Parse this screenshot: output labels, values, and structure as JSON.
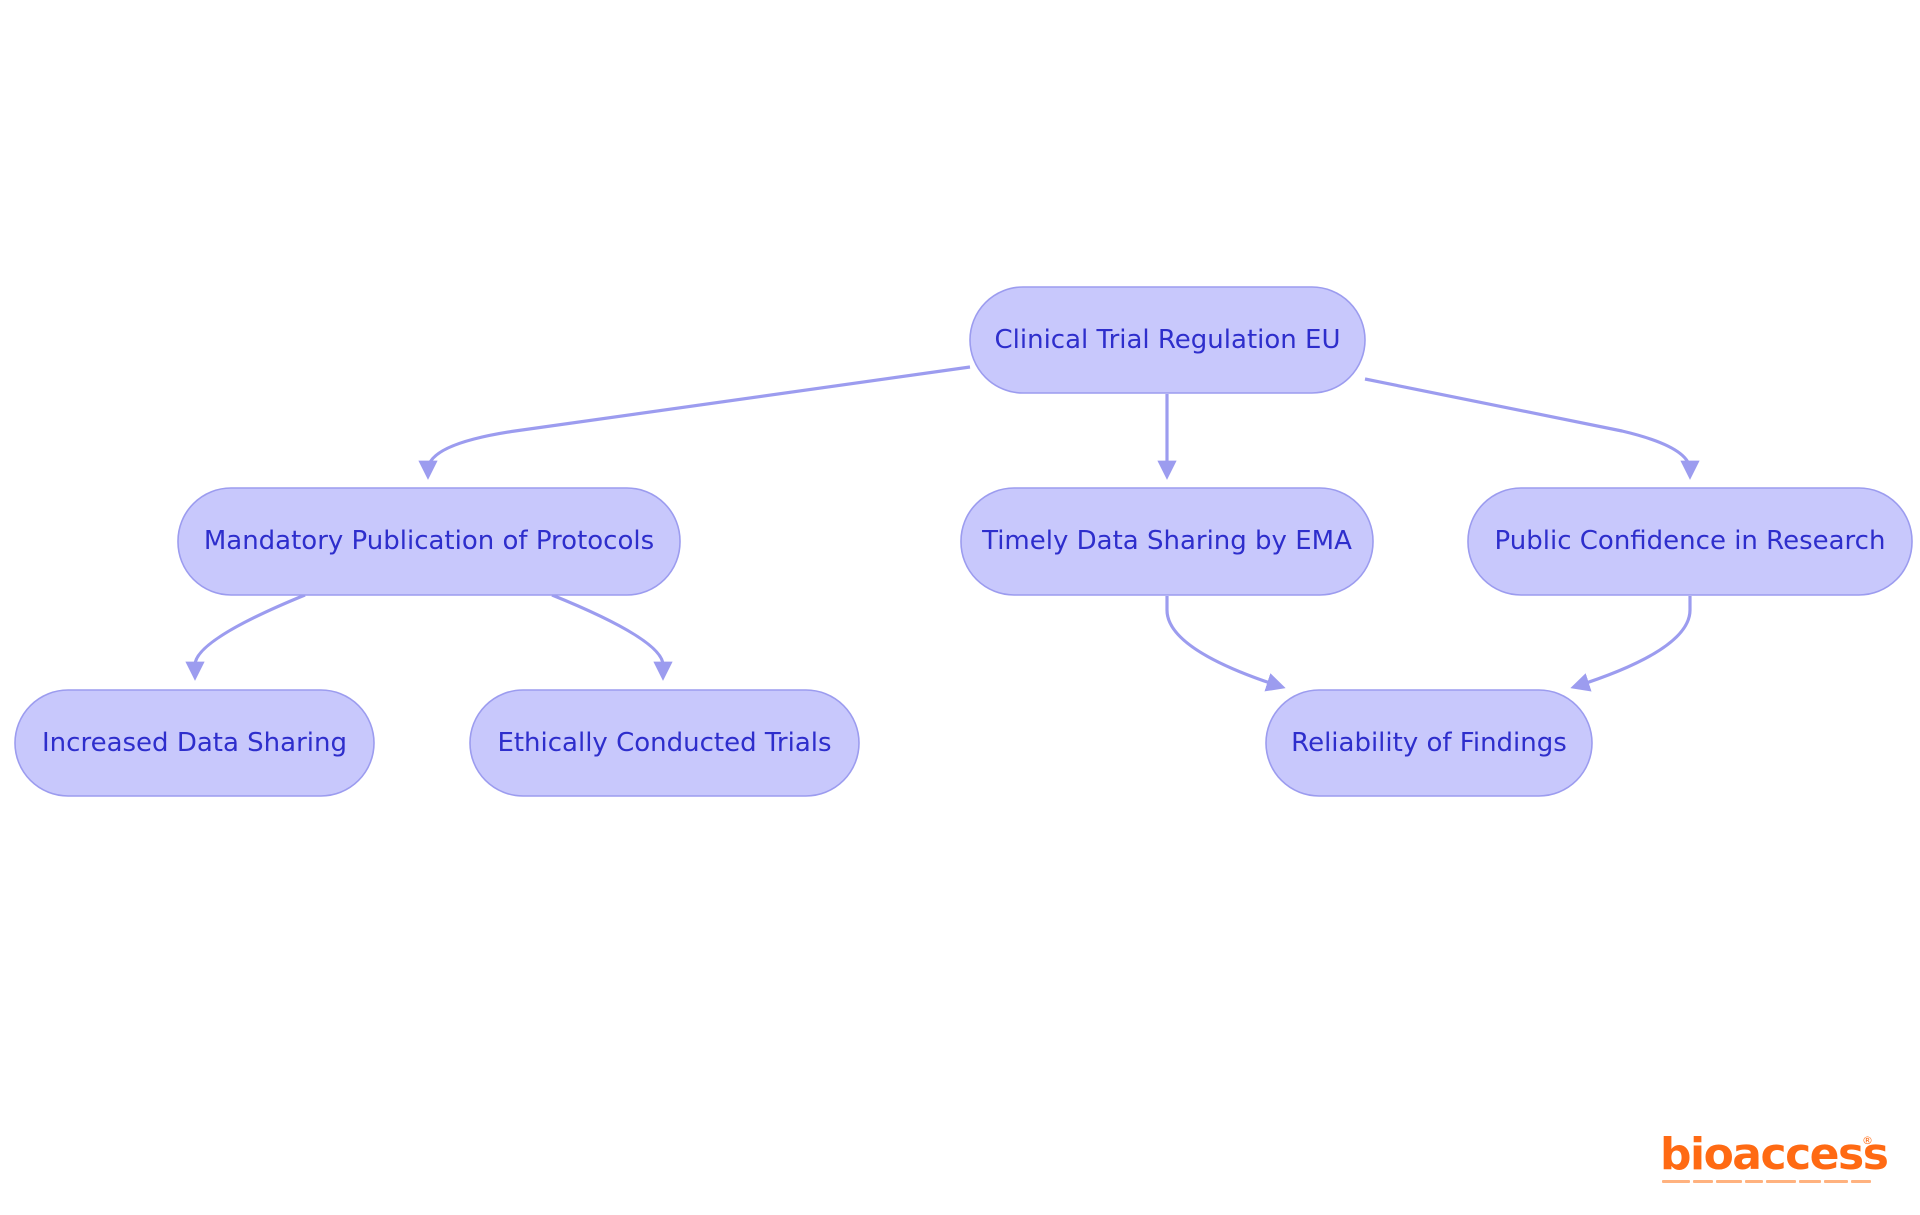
{
  "diagram": {
    "colors": {
      "node_fill": "#c8c8fc",
      "node_stroke": "#9c9cef",
      "text": "#2e2ecc",
      "edge": "#9c9cef",
      "logo": "#ff6a13"
    },
    "nodes": {
      "clinical_trial_regulation": "Clinical Trial Regulation EU",
      "mandatory_publication": "Mandatory Publication of Protocols",
      "timely_data_sharing": "Timely Data Sharing by EMA",
      "public_confidence": "Public Confidence in Research",
      "increased_data_sharing": "Increased Data Sharing",
      "ethically_conducted": "Ethically Conducted Trials",
      "reliability_of_findings": "Reliability of Findings"
    },
    "edges": [
      {
        "from": "Clinical Trial Regulation EU",
        "to": "Mandatory Publication of Protocols"
      },
      {
        "from": "Clinical Trial Regulation EU",
        "to": "Timely Data Sharing by EMA"
      },
      {
        "from": "Clinical Trial Regulation EU",
        "to": "Public Confidence in Research"
      },
      {
        "from": "Mandatory Publication of Protocols",
        "to": "Increased Data Sharing"
      },
      {
        "from": "Mandatory Publication of Protocols",
        "to": "Ethically Conducted Trials"
      },
      {
        "from": "Timely Data Sharing by EMA",
        "to": "Reliability of Findings"
      },
      {
        "from": "Public Confidence in Research",
        "to": "Reliability of Findings"
      }
    ]
  },
  "logo": {
    "name": "bioaccess",
    "registered_mark": "®"
  }
}
